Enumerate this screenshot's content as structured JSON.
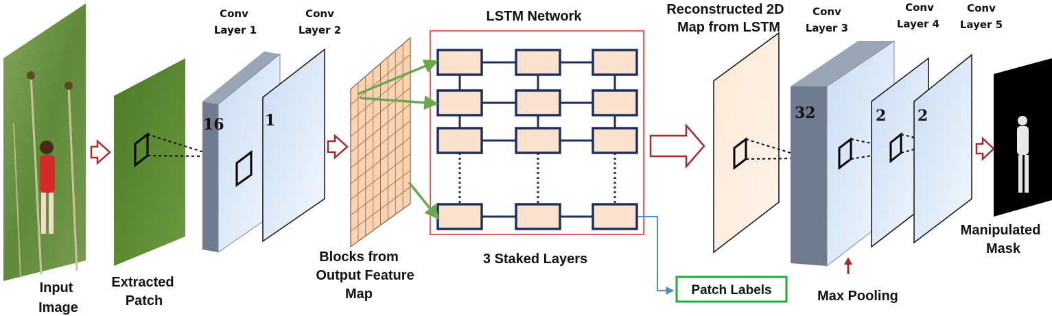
{
  "labels": {
    "input_image": [
      "Input",
      "Image"
    ],
    "extracted_patch": [
      "Extracted",
      "Patch"
    ],
    "conv1": [
      "Conv",
      "Layer 1"
    ],
    "conv2": [
      "Conv",
      "Layer 2"
    ],
    "blocks": [
      "Blocks from",
      "Output Feature",
      "Map"
    ],
    "lstm_title": "LSTM Network",
    "stacked": "3 Staked Layers",
    "reconstructed": [
      "Reconstructed 2D",
      "Map from LSTM"
    ],
    "conv3": [
      "Conv",
      "Layer 3"
    ],
    "conv4": [
      "Conv",
      "Layer 4"
    ],
    "conv5": [
      "Conv",
      "Layer 5"
    ],
    "max_pooling": "Max Pooling",
    "manipulated": [
      "Manipulated",
      "Mask"
    ],
    "patch_labels": "Patch Labels"
  },
  "numbers": {
    "conv1_depth": "16",
    "conv2_depth": "1",
    "conv3_depth": "32",
    "conv4_depth": "2",
    "conv5_depth": "2"
  },
  "colors": {
    "arrow_red": "#a52a2a",
    "lstm_border": "#d12c2c",
    "lstm_cell_fill": "#fbe3cf",
    "lstm_cell_stroke": "#1f2f5f",
    "green_arrow": "#6aa84f",
    "patch_box": "#1faa3a",
    "blue_line": "#4a90c8",
    "conv_side": "#6f7c8f",
    "conv_face": "#dbe9f8",
    "grid_fill": "#fad4b5"
  }
}
